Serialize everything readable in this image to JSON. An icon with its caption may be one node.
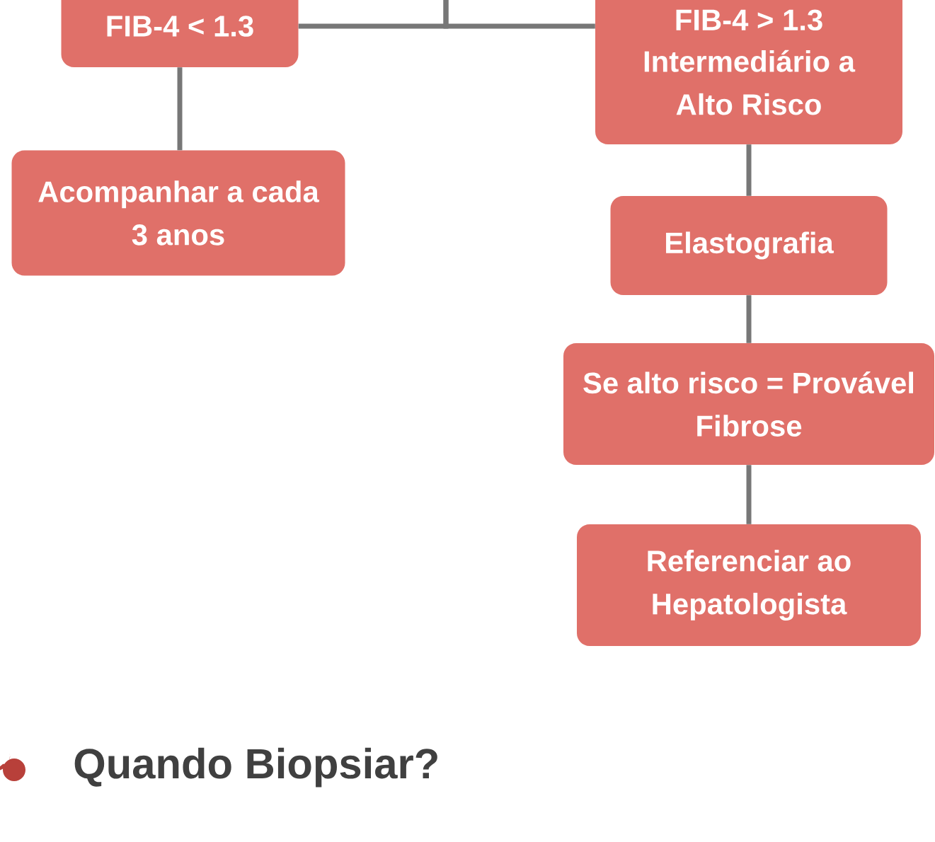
{
  "diagram": {
    "nodes": [
      {
        "text": [
          "FIB-4 < 1.3"
        ]
      },
      {
        "text": [
          "FIB-4 > 1.3",
          "Intermediário a Alto Risco"
        ]
      },
      {
        "text": [
          "Acompanhar a cada 3 anos"
        ]
      },
      {
        "text": [
          "Elastografia"
        ]
      },
      {
        "text": [
          "Se alto risco = Provável Fibrose"
        ]
      },
      {
        "text": [
          "Referenciar ao Hepatologista"
        ]
      }
    ],
    "edges": [
      {
        "from": null,
        "to": 0,
        "arrow": "none"
      },
      {
        "from": null,
        "to": 1,
        "arrow": "none"
      },
      {
        "from": 0,
        "to": 2,
        "arrow": "none"
      },
      {
        "from": 1,
        "to": 3,
        "arrow": "none"
      },
      {
        "from": 3,
        "to": 4,
        "arrow": "none"
      },
      {
        "from": 4,
        "to": 5,
        "arrow": "none"
      }
    ],
    "labels": [
      "Quando Biopsiar?"
    ]
  }
}
